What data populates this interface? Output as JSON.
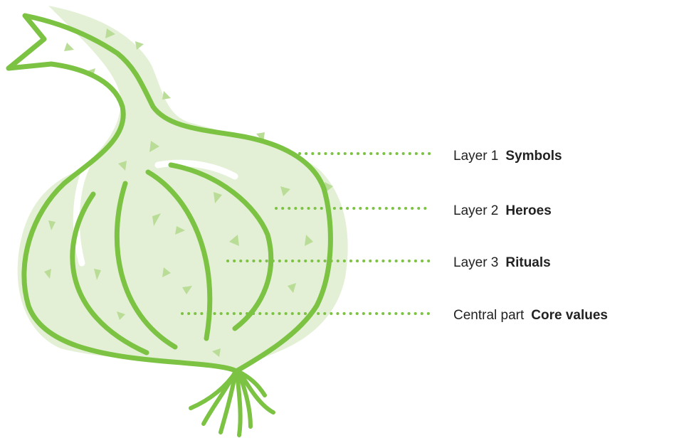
{
  "colors": {
    "accent": "#7cc243",
    "fill": "#e4f0d6",
    "triangle": "#b9dc97",
    "text": "#222222"
  },
  "layers": [
    {
      "prefix": "Layer 1",
      "name": "Symbols"
    },
    {
      "prefix": "Layer 2",
      "name": "Heroes"
    },
    {
      "prefix": "Layer 3",
      "name": "Rituals"
    },
    {
      "prefix": "Central part",
      "name": "Core values"
    }
  ]
}
